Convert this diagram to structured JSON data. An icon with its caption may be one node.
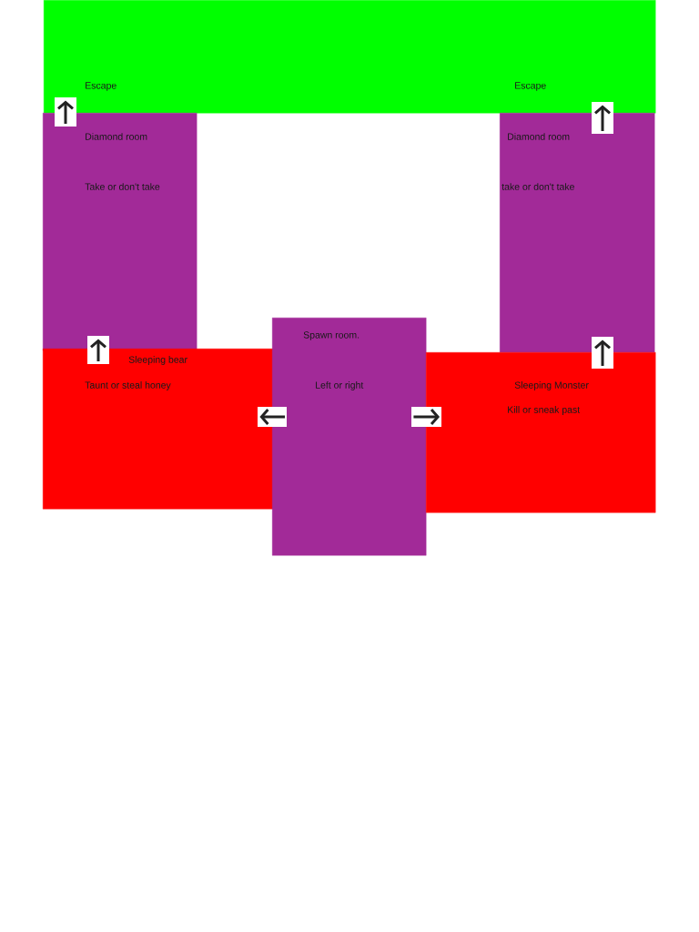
{
  "diagram": {
    "nodes": [
      {
        "text": [
          "Escape",
          "Escape"
        ]
      },
      {
        "text": [
          "Diamond room",
          "Take or don't take"
        ]
      },
      {
        "text": [
          "Diamond room",
          "take or don't take"
        ]
      },
      {
        "text": [
          "Sleeping bear",
          "Taunt or steal honey"
        ]
      },
      {
        "text": [
          "Spawn room.",
          "Left or right"
        ]
      },
      {
        "text": [
          "Sleeping Monster",
          "Kill or sneak past"
        ]
      }
    ],
    "edges": [
      {
        "from": 4,
        "to": 3,
        "arrow": "to"
      },
      {
        "from": 4,
        "to": 5,
        "arrow": "to"
      },
      {
        "from": 3,
        "to": 1,
        "arrow": "to"
      },
      {
        "from": 5,
        "to": 2,
        "arrow": "to"
      },
      {
        "from": 1,
        "to": 0,
        "arrow": "to"
      },
      {
        "from": 2,
        "to": 0,
        "arrow": "to"
      }
    ]
  }
}
